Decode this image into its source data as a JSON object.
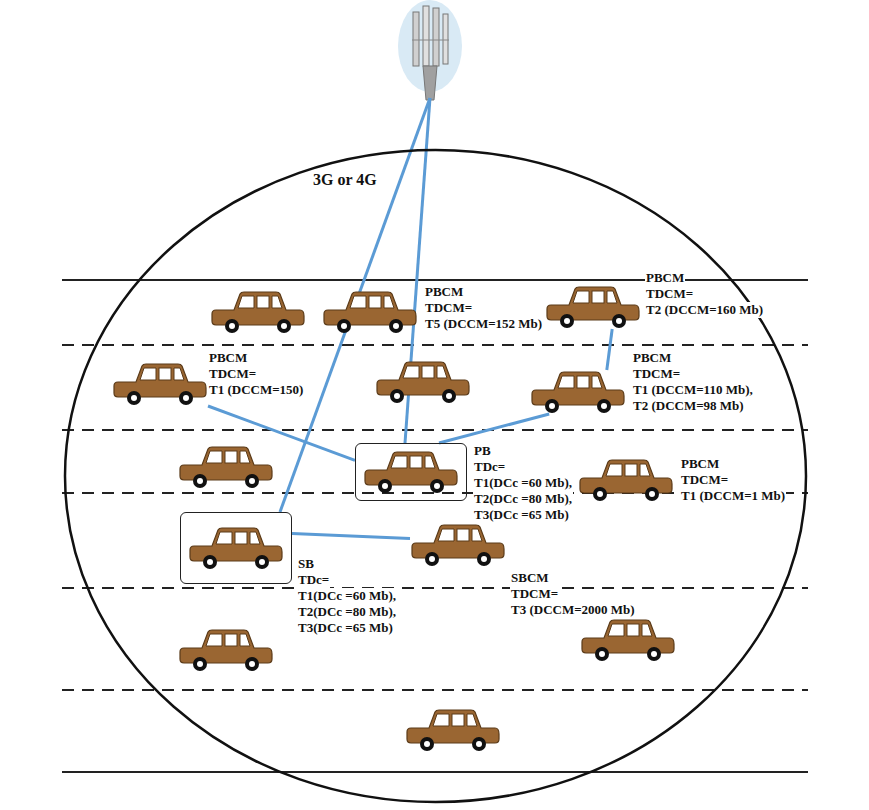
{
  "diagram": {
    "nodes": [
      {
        "text": [
          "3G or 4G"
        ]
      },
      {
        "text": [
          "PBCM",
          "TDCM=",
          "T5 (DCCM=152 Mb)"
        ],
        "in": 0
      },
      {
        "text": [
          "PBCM",
          "TDCM=",
          "T2 (DCCM=160 Mb)"
        ],
        "in": 0
      },
      {
        "text": [
          "PBCM",
          "TDCM=",
          "T1 (DCCM=150)"
        ],
        "in": 0
      },
      {
        "text": [
          "PBCM",
          "TDCM=",
          "T1 (DCCM=110 Mb),",
          "T2 (DCCM=98 Mb)"
        ],
        "in": 0
      },
      {
        "text": [
          "PB",
          "TDc=",
          "T1(DCc =60 Mb),",
          "T2(DCc =80 Mb),",
          "T3(DCc =65 Mb)"
        ],
        "in": 0
      },
      {
        "text": [
          "PBCM",
          "TDCM=",
          "T1 (DCCM=1 Mb)"
        ],
        "in": 0
      },
      {
        "text": [
          "SB",
          "TDc=",
          "T1(DCc =60 Mb),",
          "T2(DCc =80 Mb),",
          "T3(DCc =65 Mb)"
        ],
        "in": 0
      },
      {
        "text": [
          "SBCM",
          "TDCM=",
          "T3 (DCCM=2000 Mb)"
        ],
        "in": 0
      }
    ],
    "edges": [
      {
        "from": 5,
        "to": 3,
        "arrow": "none"
      },
      {
        "from": 5,
        "to": 4,
        "arrow": "none"
      },
      {
        "from": 4,
        "to": 2,
        "arrow": "none"
      },
      {
        "from": 7,
        "to": 8,
        "arrow": "none"
      }
    ]
  }
}
